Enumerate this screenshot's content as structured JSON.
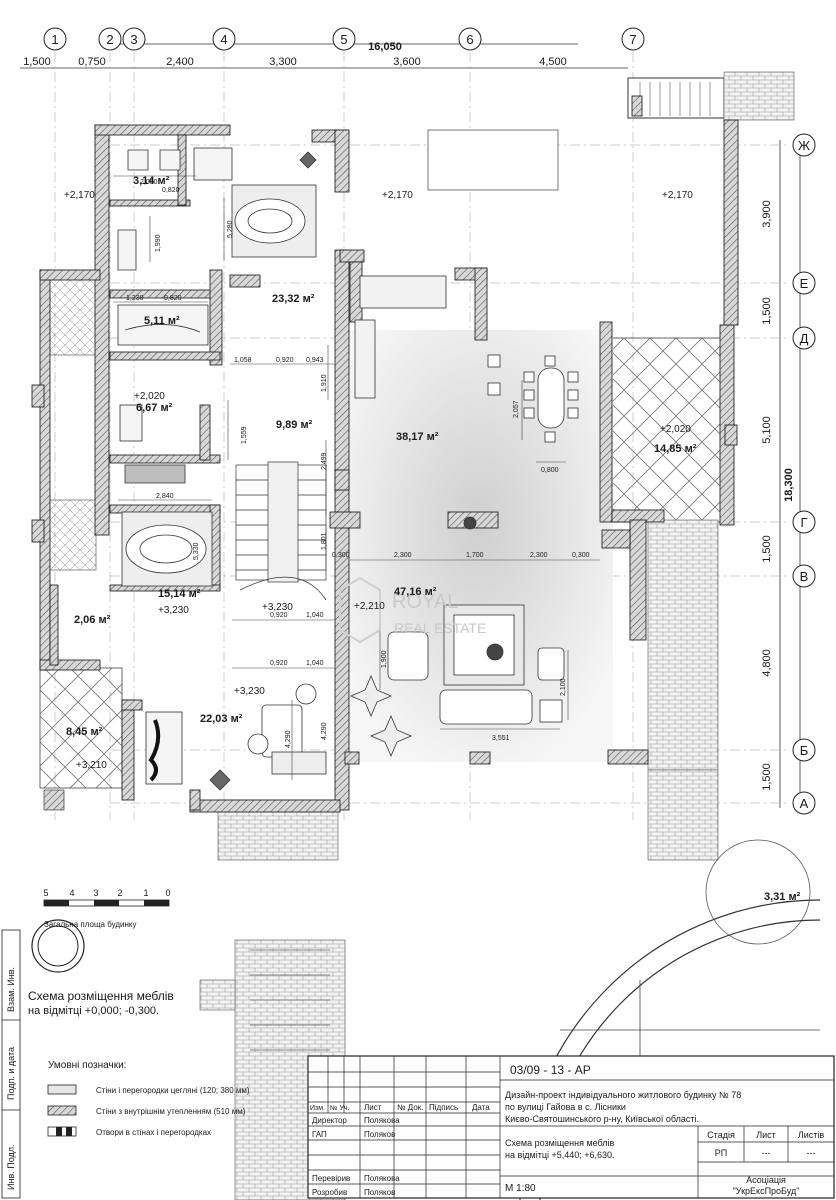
{
  "overall_dims": {
    "width": "16,050",
    "height": "18,300"
  },
  "axes_top": [
    {
      "label": "1",
      "spacing": "1,500"
    },
    {
      "label": "2",
      "spacing": "0,750"
    },
    {
      "label": "3",
      "spacing": "2,400"
    },
    {
      "label": "4",
      "spacing": "3,300"
    },
    {
      "label": "5",
      "spacing": "3,600"
    },
    {
      "label": "6",
      "spacing": "4,500"
    },
    {
      "label": "7",
      "spacing": ""
    }
  ],
  "axes_right": [
    {
      "label": "Ж",
      "spacing": "3,900"
    },
    {
      "label": "Е",
      "spacing": "1,500"
    },
    {
      "label": "Д",
      "spacing": "5,100"
    },
    {
      "label": "Г",
      "spacing": "1,500"
    },
    {
      "label": "В",
      "spacing": "4,800"
    },
    {
      "label": "Б",
      "spacing": "1,500"
    },
    {
      "label": "А",
      "spacing": ""
    }
  ],
  "rooms": [
    {
      "area": "3,14 м²"
    },
    {
      "area": "23,32 м²"
    },
    {
      "area": "5,11 м²"
    },
    {
      "area": "6,67 м²"
    },
    {
      "area": "9,89 м²"
    },
    {
      "area": "38,17 м²"
    },
    {
      "area": "14,85 м²"
    },
    {
      "area": "15,14 м²"
    },
    {
      "area": "47,16 м²"
    },
    {
      "area": "2,06 м²"
    },
    {
      "area": "22,03 м²"
    },
    {
      "area": "8,45 м²"
    },
    {
      "area": "3,31 м²"
    }
  ],
  "levels": [
    "+2,170",
    "+2,170",
    "+2,170",
    "+2,020",
    "+2,020",
    "+3,230",
    "+3,230",
    "+2,210",
    "+3,230",
    "+3,210"
  ],
  "inner_dims": [
    "2,050",
    "0,820",
    "1,230",
    "0,820",
    "1,058",
    "0,920",
    "0,943",
    "2,840",
    "5,330",
    "2,300",
    "1,700",
    "2,300",
    "0,300",
    "0,300",
    "0,920",
    "1,040",
    "0,920",
    "1,040",
    "1,900",
    "2,100",
    "3,551",
    "2,057",
    "0,800",
    "4,290",
    "4,290",
    "1,559",
    "2,499",
    "1,801",
    "5,280",
    "1,990",
    "1,910"
  ],
  "scale_bar": {
    "ticks": [
      "5",
      "4",
      "3",
      "2",
      "1",
      "0"
    ]
  },
  "total_area_label": "Загальна площа будинку",
  "plan_caption": [
    "Схема розміщення меблів",
    "на відмітці  +0,000; -0,300."
  ],
  "legend": {
    "title": "Умовні позначки:",
    "items": [
      "Стіни і перегородки цегляні (120; 380 мм)",
      "Стіни з внутрішнім утепленням (510 мм)",
      "Отвори в стінах і перегородках"
    ]
  },
  "side_labels": [
    "Взам. Инв.",
    "Подп. и дата",
    "Инв. Подл."
  ],
  "watermark": {
    "main": "ROYAL",
    "sub": "REAL ESTATE"
  },
  "title_block": {
    "code": "03/09 - 13 - АР",
    "project": [
      "Дизайн-проект індивідуального житлового будинку  № 78",
      "по вулиці  Гайова в с. Лісники",
      "Києво-Святошинського р-ну, Київської області."
    ],
    "sheet_title": [
      "Схема розміщення меблів",
      "на відмітці  +5,440; +6,630."
    ],
    "scale": "М 1:80",
    "header_cols": [
      "Изм.",
      "№ Уч.",
      "Лист",
      "№ Док.",
      "Підпись",
      "Дата"
    ],
    "people": [
      {
        "role": "Директор",
        "name": "Полякова"
      },
      {
        "role": "ГАП",
        "name": "Поляков"
      },
      {
        "role": "Перевірив",
        "name": "Полякова"
      },
      {
        "role": "Розробив",
        "name": "Поляков"
      }
    ],
    "stage": {
      "labels": [
        "Стадія",
        "Лист",
        "Листів"
      ],
      "values": [
        "РП",
        "---",
        "---"
      ]
    },
    "org": [
      "Асоціація",
      "\"УкрЕксПроБуд\""
    ]
  }
}
